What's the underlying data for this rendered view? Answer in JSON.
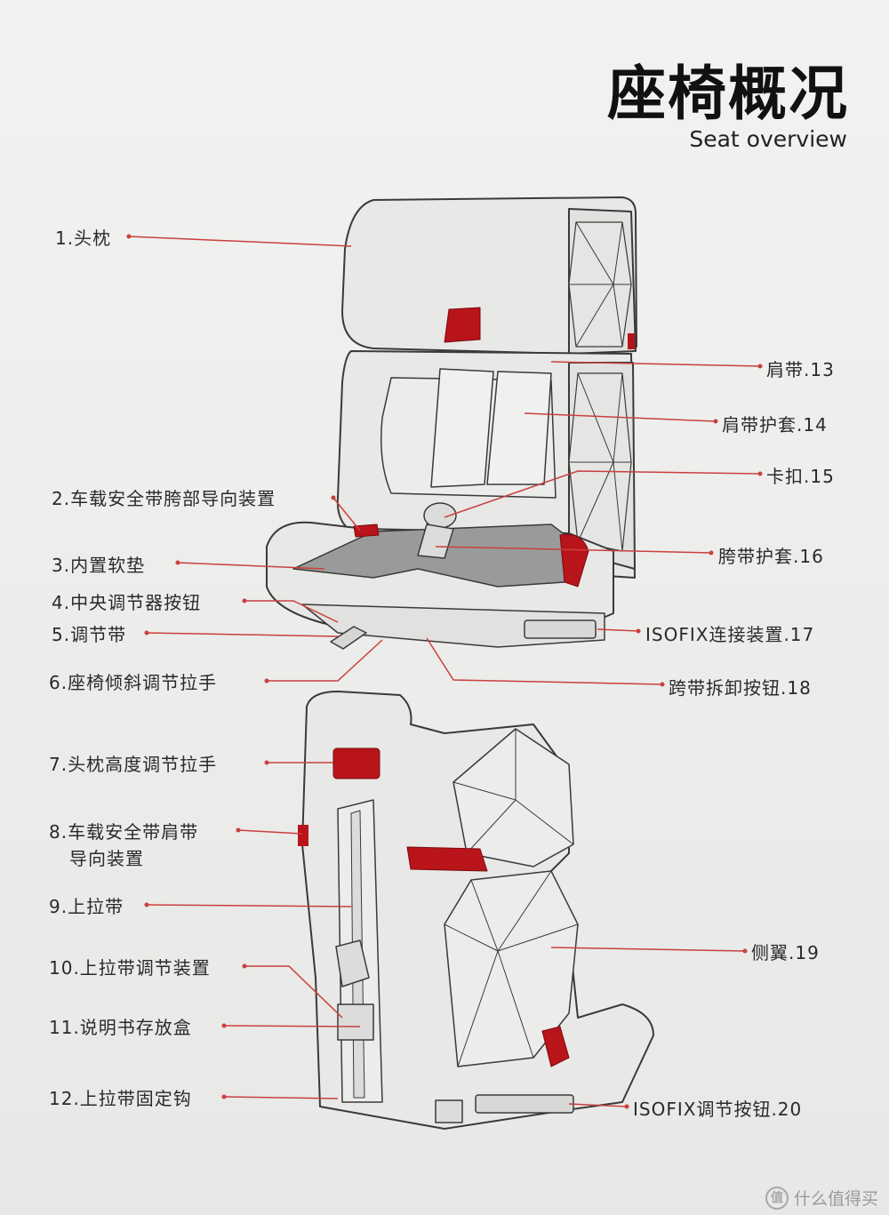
{
  "header": {
    "title": "座椅概况",
    "subtitle": "Seat overview"
  },
  "labels": {
    "l1": "1.头枕",
    "l2": "2.车载安全带胯部导向装置",
    "l3": "3.内置软垫",
    "l4": "4.中央调节器按钮",
    "l5": "5.调节带",
    "l6": "6.座椅倾斜调节拉手",
    "l7": "7.头枕高度调节拉手",
    "l8a": "8.车载安全带肩带",
    "l8b": "导向装置",
    "l9": "9.上拉带",
    "l10": "10.上拉带调节装置",
    "l11": "11.说明书存放盒",
    "l12": "12.上拉带固定钩",
    "r13": "肩带.13",
    "r14": "肩带护套.14",
    "r15": "卡扣.15",
    "r16": "胯带护套.16",
    "r17": "ISOFIX连接装置.17",
    "r18": "跨带拆卸按钮.18",
    "r19": "侧翼.19",
    "r20": "ISOFIX调节按钮.20"
  },
  "watermark": {
    "icon": "zhi-icon",
    "text": "什么值得买"
  },
  "colors": {
    "leader_line": "#c9403e",
    "accent_red": "#b8141a",
    "outline": "#3a3a3a",
    "seat_fill": "#e6e6e4",
    "cushion_gray": "#9a9a9a"
  }
}
